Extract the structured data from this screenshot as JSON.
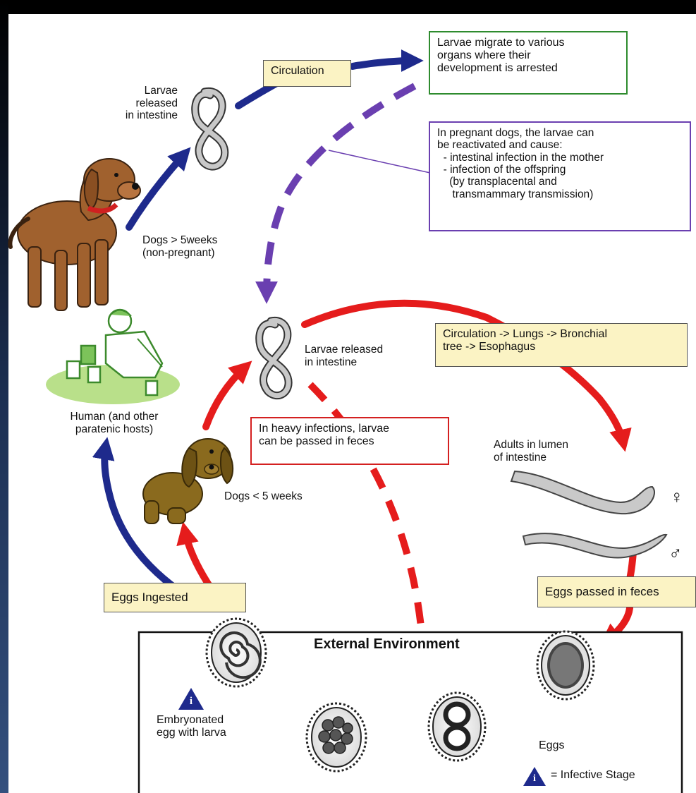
{
  "labels": {
    "larvae_released_top": "Larvae\nreleased\nin intestine",
    "dogs_gt5": "Dogs > 5weeks\n(non-pregnant)",
    "human": "Human (and other\nparatenic hosts)",
    "larvae_released_mid": "Larvae released\nin intestine",
    "dogs_lt5": "Dogs < 5 weeks",
    "adults": "Adults in lumen\nof intestine",
    "female_symbol": "♀",
    "male_symbol": "♂",
    "eggs": "Eggs",
    "embryonated": "Embryonated\negg with larva",
    "external_environment": "External Environment",
    "infective_legend": "= Infective Stage",
    "info_glyph": "i"
  },
  "boxes": {
    "circulation": "Circulation",
    "larvae_migrate": "Larvae migrate to various\norgans where their\ndevelopment is arrested",
    "pregnant": "In pregnant dogs, the larvae can\nbe reactivated and cause:\n  - intestinal infection in the mother\n  - infection of the offspring\n    (by transplacental and\n     transmammary transmission)",
    "circulation_lungs": "Circulation -> Lungs -> Bronchial\ntree -> Esophagus",
    "heavy_infections": "In heavy infections, larvae\ncan be passed in feces",
    "eggs_ingested": "Eggs Ingested",
    "eggs_passed": "Eggs passed in feces"
  },
  "colors": {
    "background": "#000000",
    "diagram_bg": "#ffffff",
    "side_strip": "#2a4570",
    "blue_arrow": "#1e2a8c",
    "purple_arrow": "#6a3fb0",
    "red_arrow": "#e51c1c",
    "box_yellow": "#fbf3c4",
    "box_green_border": "#2e8b2e",
    "box_purple_border": "#6a3fb0",
    "box_red_border": "#d42020",
    "dog_brown": "#a0612e",
    "puppy_olive": "#8a6a1e",
    "human_green": "#7cc35a",
    "infective_triangle": "#1e2a8c"
  }
}
